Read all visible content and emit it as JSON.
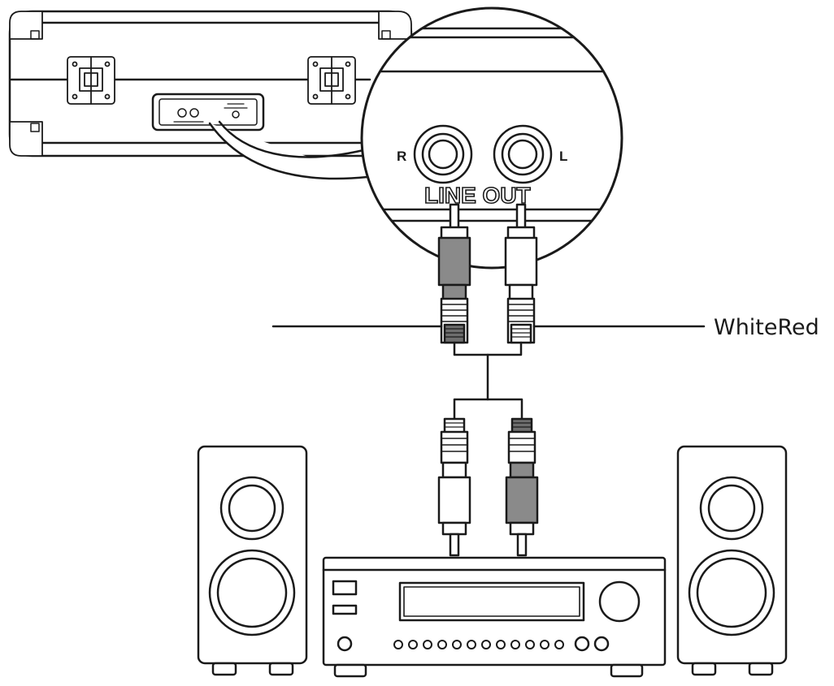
{
  "panel": {
    "label_r": "R",
    "label_l": "L",
    "label_line_out": "LINE OUT"
  },
  "callouts": {
    "left": "",
    "right": "WhiteRed"
  },
  "colors": {
    "stroke": "#1a1a1a",
    "dark_plug": "#8a8a8a",
    "light_plug": "#ffffff"
  }
}
